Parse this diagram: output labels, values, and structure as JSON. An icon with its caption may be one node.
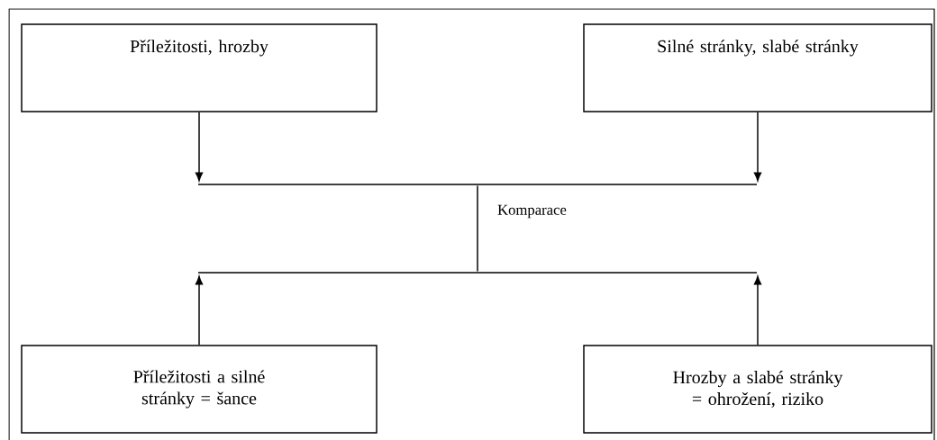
{
  "diagram": {
    "nodes": [
      {
        "text": [
          "Příležitosti, hrozby"
        ]
      },
      {
        "text": [
          "Silné stránky, slabé stránky"
        ]
      },
      {
        "text": [],
        "shape": "bar"
      },
      {
        "text": [],
        "shape": "bar"
      },
      {
        "text": [
          "Příležitosti a silné stránky = šance"
        ]
      },
      {
        "text": [
          "Hrozby a slabé stránky = ohrožení, riziko"
        ]
      }
    ],
    "edges": [
      {
        "from": 0,
        "to": 2,
        "arrow": "to"
      },
      {
        "from": 1,
        "to": 2,
        "arrow": "to"
      },
      {
        "from": 2,
        "to": 3,
        "arrow": "none",
        "label": "Komparace"
      },
      {
        "from": 4,
        "to": 3,
        "arrow": "to"
      },
      {
        "from": 5,
        "to": 3,
        "arrow": "to"
      }
    ]
  }
}
